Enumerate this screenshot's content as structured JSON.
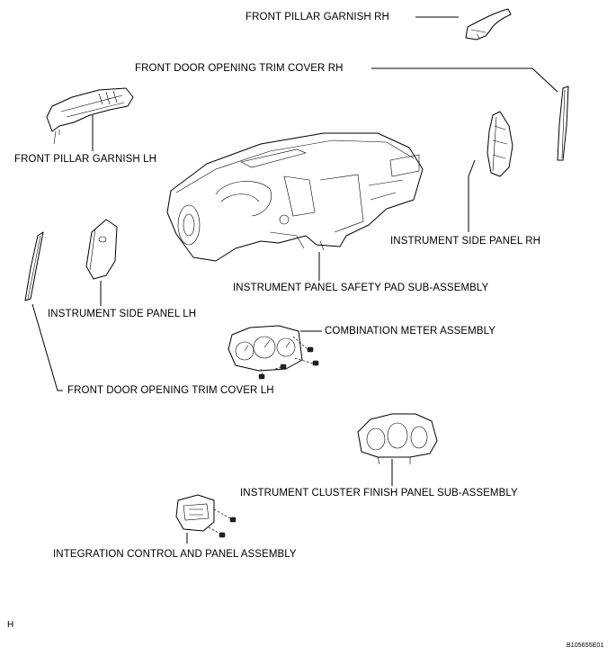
{
  "labels": {
    "front_pillar_garnish_rh": "FRONT PILLAR GARNISH RH",
    "front_door_opening_trim_cover_rh": "FRONT DOOR OPENING TRIM COVER RH",
    "front_pillar_garnish_lh": "FRONT PILLAR GARNISH LH",
    "instrument_side_panel_rh": "INSTRUMENT SIDE PANEL RH",
    "instrument_panel_safety_pad": "INSTRUMENT PANEL SAFETY PAD SUB-ASSEMBLY",
    "instrument_side_panel_lh": "INSTRUMENT SIDE PANEL LH",
    "combination_meter_assembly": "COMBINATION METER ASSEMBLY",
    "front_door_opening_trim_cover_lh": "FRONT DOOR OPENING TRIM COVER LH",
    "instrument_cluster_finish_panel": "INSTRUMENT CLUSTER FINISH PANEL SUB-ASSEMBLY",
    "integration_control_and_panel": "INTEGRATION CONTROL AND PANEL ASSEMBLY"
  },
  "corner_letter": "H",
  "figure_code": "B105655E01"
}
